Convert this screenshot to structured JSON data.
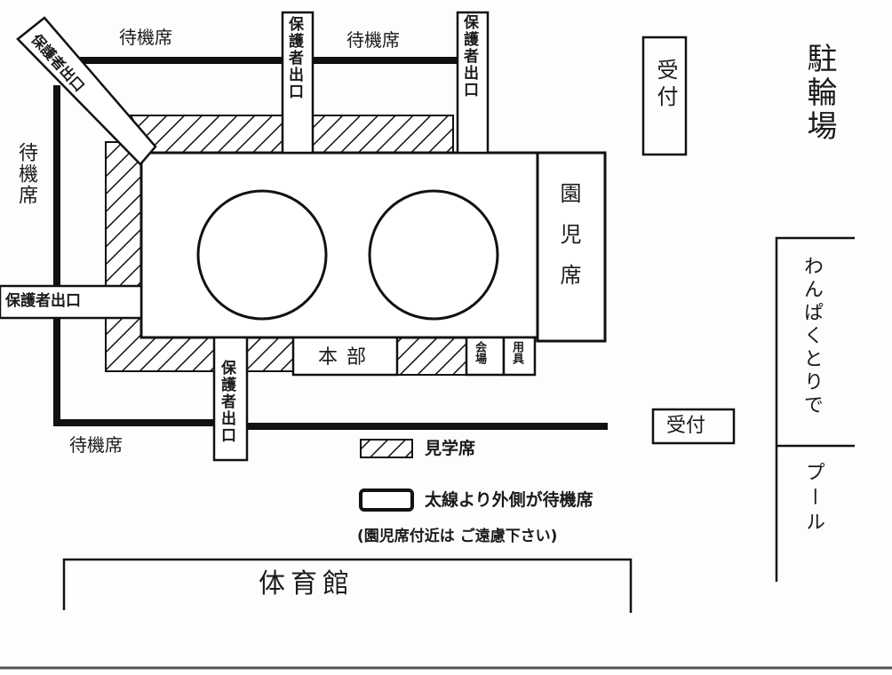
{
  "labels": {
    "waiting_top_left": "待機席",
    "waiting_top_right": "待機席",
    "waiting_left": "待機席",
    "waiting_bottom": "待機席",
    "exit_top_left": "保護者出口",
    "exit_top_right": "保護者出口",
    "exit_diag": "保護者出口",
    "exit_left": "保護者出口",
    "exit_bottom": "保護者出口",
    "honbu": "本部",
    "kaijo": "会場",
    "yogu": "用具",
    "enjiseki": "園児席",
    "uketsuke_top": "受付",
    "uketsuke_mid": "受付",
    "parking": "駐輪場",
    "wanpaku": "わんぱくとりで",
    "pool": "プール",
    "gym": "体育館",
    "legend_spectator": "見学席",
    "legend_waiting": "太線より外側が待機席",
    "legend_note": "(園児席付近は ご遠慮下さい)"
  }
}
